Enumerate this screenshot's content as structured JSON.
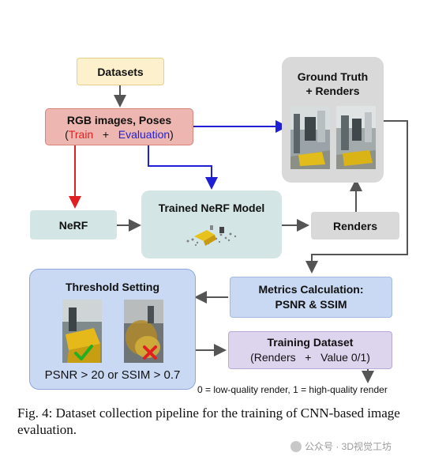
{
  "diagram": {
    "datasets": "Datasets",
    "rgb_title": "RGB images, Poses",
    "rgb_open": "(",
    "rgb_train": "Train",
    "rgb_plus": "+",
    "rgb_eval": "Evaluation",
    "rgb_close": ")",
    "nerf": "NeRF",
    "trained_model": "Trained NeRF Model",
    "ground_truth_line1": "Ground Truth",
    "ground_truth_line2": "+ Renders",
    "renders": "Renders",
    "metrics_line1": "Metrics Calculation:",
    "metrics_line2": "PSNR & SSIM",
    "threshold_title": "Threshold Setting",
    "threshold_rule": "PSNR > 20 or SSIM > 0.7",
    "training_title": "Training Dataset",
    "training_sub": "(Renders   +   Value 0/1)",
    "legend_note": "0 = low-quality render, 1 = high-quality render"
  },
  "caption": "Fig. 4: Dataset collection pipeline for the training of CNN-based image evaluation.",
  "watermark": "公众号 · 3D视觉工坊",
  "colors": {
    "train": "#e02020",
    "evaluation": "#1f1fd6",
    "datasets_fill": "#fdf0cc",
    "rgb_fill": "#eeb6b0",
    "teal_fill": "#d3e6e5",
    "gray_fill": "#d9d9d9",
    "blue_fill": "#c9d8f3",
    "purple_fill": "#ddd5ee"
  }
}
